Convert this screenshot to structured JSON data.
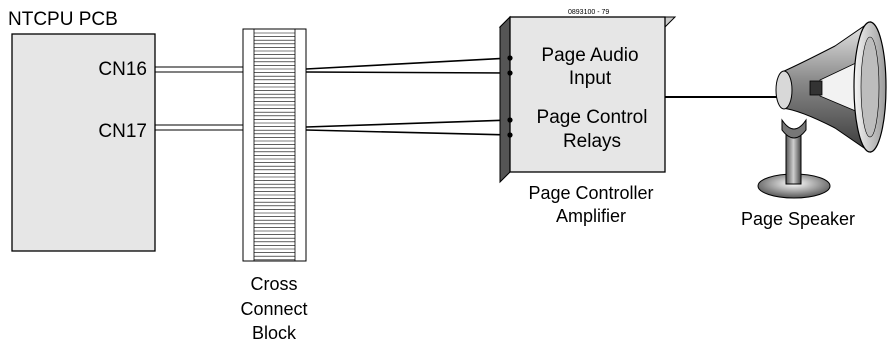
{
  "ntcpu": {
    "title": "NTCPU PCB",
    "cn16": "CN16",
    "cn17": "CN17"
  },
  "cross_connect": {
    "line1": "Cross",
    "line2": "Connect",
    "line3": "Block"
  },
  "amplifier": {
    "ref": "0893100 - 79",
    "audio_line1": "Page Audio",
    "audio_line2": "Input",
    "control_line1": "Page Control",
    "control_line2": "Relays",
    "caption_line1": "Page Controller",
    "caption_line2": "Amplifier"
  },
  "speaker": {
    "caption": "Page Speaker"
  }
}
